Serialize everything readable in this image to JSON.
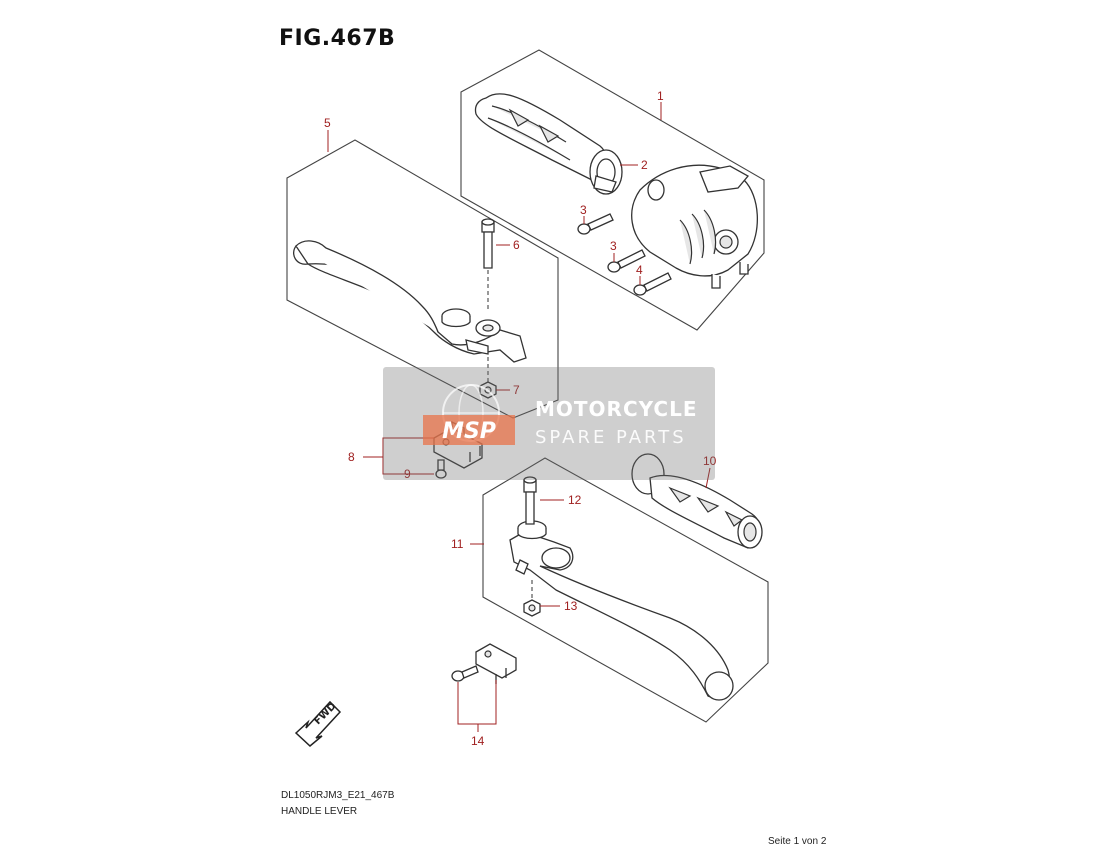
{
  "figure": {
    "title": "FIG.467B",
    "code": "DL1050RJM3_E21_467B",
    "name": "HANDLE LEVER",
    "page": "Seite 1 von 2"
  },
  "callouts": [
    "1",
    "2",
    "3",
    "3",
    "4",
    "5",
    "6",
    "7",
    "8",
    "9",
    "10",
    "11",
    "12",
    "13",
    "14"
  ],
  "fwd_label": "FWD",
  "watermark": {
    "logo_text": "MSP",
    "title": "MOTORCYCLE",
    "subtitle": "SPARE PARTS",
    "accent_color": "#e8734a"
  },
  "colors": {
    "callout": "#a02020",
    "line": "#333333"
  }
}
